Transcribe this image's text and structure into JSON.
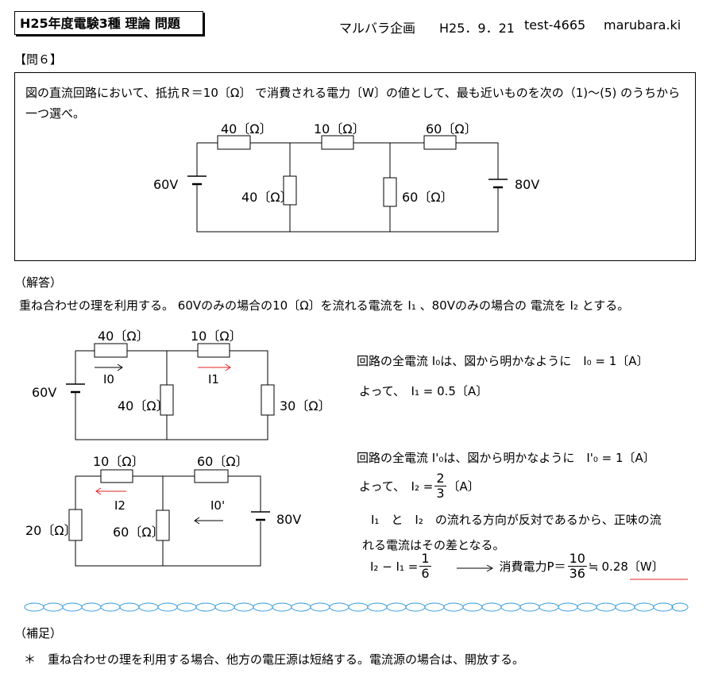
{
  "header": {
    "title": "H25年度電験3種 理論 問題",
    "publisher": "マルバラ企画",
    "date": "H25．9．21",
    "code": "test-4665",
    "site": "marubara.ki"
  },
  "question": {
    "number": "【問６】",
    "text": "図の直流回路において、抵抗Ｒ＝10〔Ω〕 で消費される電力〔W〕の値として、最も近いものを次の（1)～(5) のうちから一つ選べ。",
    "r1": "40〔Ω〕",
    "r2": "10〔Ω〕",
    "r3": "60〔Ω〕",
    "r4": "40〔Ω〕",
    "r5": "60〔Ω〕",
    "v1": "60V",
    "v2": "80V"
  },
  "answer": {
    "heading": "（解答）",
    "intro": "重ね合わせの理を利用する。 60Vのみの場合の10〔Ω〕を流れる電流を I₁ 、80Vのみの場合の 電流を I₂ とする。",
    "c1": {
      "r_top_left": "40〔Ω〕",
      "r_top_right": "10〔Ω〕",
      "r_mid": "40〔Ω〕",
      "r_right": "30〔Ω〕",
      "source": "60V",
      "i0": "I0",
      "i1": "I1"
    },
    "c2": {
      "r_top_left": "10〔Ω〕",
      "r_top_right": "60〔Ω〕",
      "r_left": "20〔Ω〕",
      "r_mid": "60〔Ω〕",
      "source": "80V",
      "i2": "I2",
      "i0p": "I0'"
    },
    "line1": "回路の全電流 I₀は、図から明かなように　I₀ = 1〔A〕",
    "line2": "よって、　I₁ = 0.5〔A〕",
    "line3": "回路の全電流 I'₀は、図から明かなように　I'₀ = 1〔A〕",
    "line4_a": "よって、　I₂ =",
    "line4_num": "2",
    "line4_den": "3",
    "line4_b": "〔A〕",
    "line5": "I₁　と　I₂　の流れる方向が反対であるから、正味の流",
    "line6": "れる電流はその差となる。",
    "eq_a": "I₂ − I₁ =",
    "eq_num": "1",
    "eq_den": "6",
    "eq_b": "消費電力P＝",
    "eq_num2": "10",
    "eq_den2": "36",
    "eq_approx": "≒",
    "eq_result": "0.28〔W〕"
  },
  "supplement": {
    "heading": "（補足）",
    "text": "＊　重ね合わせの理を利用する場合、他方の電圧源は短絡する。電流源の場合は、開放する。"
  },
  "colors": {
    "accent": "#e02020",
    "chain": "#3399dd"
  }
}
